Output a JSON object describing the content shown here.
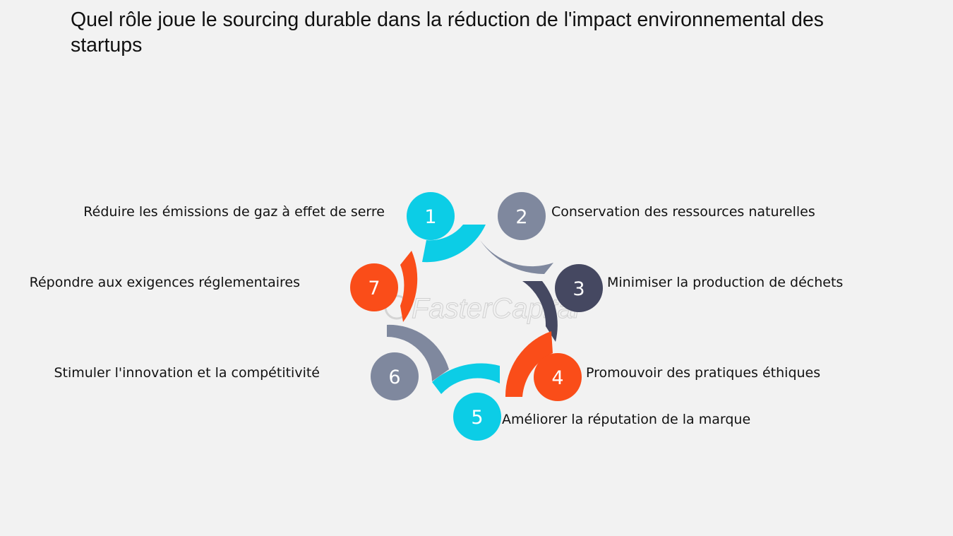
{
  "title": "Quel rôle joue le sourcing durable dans la réduction de l'impact environnemental des startups",
  "colors": {
    "cyan": "#0ccde6",
    "slate": "#7f889e",
    "navy": "#454861",
    "orange": "#fa4d19"
  },
  "items": [
    {
      "number": "1",
      "label": "Réduire les émissions de gaz à effet de serre",
      "color": "#0ccde6"
    },
    {
      "number": "2",
      "label": "Conservation des ressources naturelles",
      "color": "#7f889e"
    },
    {
      "number": "3",
      "label": "Minimiser la production de déchets",
      "color": "#454861"
    },
    {
      "number": "4",
      "label": "Promouvoir des pratiques éthiques",
      "color": "#fa4d19"
    },
    {
      "number": "5",
      "label": "Améliorer la réputation de la marque",
      "color": "#0ccde6"
    },
    {
      "number": "6",
      "label": "Stimuler l'innovation et la compétitivité",
      "color": "#7f889e"
    },
    {
      "number": "7",
      "label": "Répondre aux exigences réglementaires",
      "color": "#fa4d19"
    }
  ],
  "watermark": "FasterCapital"
}
